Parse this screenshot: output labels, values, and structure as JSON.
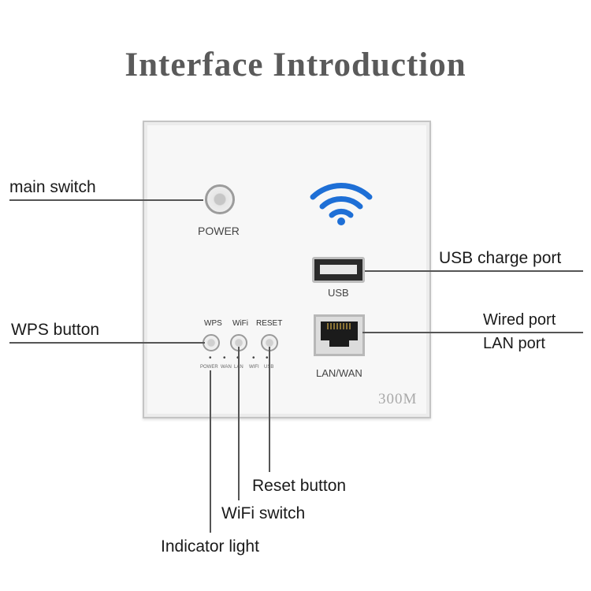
{
  "title": "Interface Introduction",
  "panel": {
    "power_label": "POWER",
    "usb_label": "USB",
    "lan_label": "LAN/WAN",
    "model": "300M",
    "buttons": [
      "WPS",
      "WiFi",
      "RESET"
    ],
    "indicators": [
      "POWER",
      "WAN",
      "LAN",
      "WIFI",
      "USB"
    ]
  },
  "callouts": {
    "main_switch": "main switch",
    "wps_button": "WPS button",
    "usb_charge_port": "USB charge port",
    "wired_port": "Wired port",
    "lan_port": "LAN port",
    "reset_button": "Reset button",
    "wifi_switch": "WiFi switch",
    "indicator_light": "Indicator light"
  },
  "colors": {
    "title": "#5a5a5a",
    "wifi_icon": "#1e6fd6"
  }
}
